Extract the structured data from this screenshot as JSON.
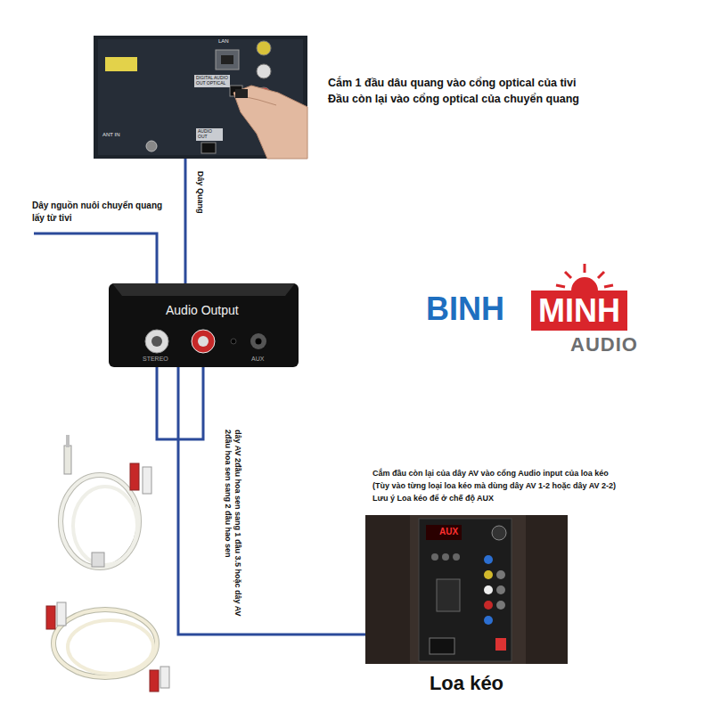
{
  "diagram": {
    "nodes": [
      {
        "text": [
          "LAN",
          "DIGITAL AUDIO OUT OPTICAL",
          "AUDIO OUT",
          "ANT IN"
        ]
      },
      {
        "text": [
          "Audio Output",
          "STEREO",
          "AUX"
        ]
      },
      {
        "text": [
          "AUX",
          "Loa kéo"
        ]
      }
    ],
    "edges": [
      {
        "from": 0,
        "to": 1,
        "arrow": "none",
        "label": "Dây Quang"
      },
      {
        "from": 1,
        "to": 2,
        "arrow": "none",
        "label": "dây AV 2đầu hoa sen sang 1 đầu 3.5 hoặc dây AV 2đầu hoa sen sang 2 đầu hao sen"
      }
    ],
    "labels": [
      "Cắm 1 đầu dâu quang vào cổng optical của tivi",
      "Đầu còn lại vào cổng optical của chuyển quang",
      "Dây nguồn nuôi chuyển quang lấy từ tivi",
      "BINH",
      "MINH",
      "AUDIO",
      "Cắm đầu còn lại của dây AV vào cổng Audio input của loa kéo",
      "(Tùy vào từng loại loa kéo mà dùng dây AV 1-2 hoặc dây AV 2-2)",
      "Lưu ý Loa kéo để ở chế độ AUX"
    ]
  }
}
